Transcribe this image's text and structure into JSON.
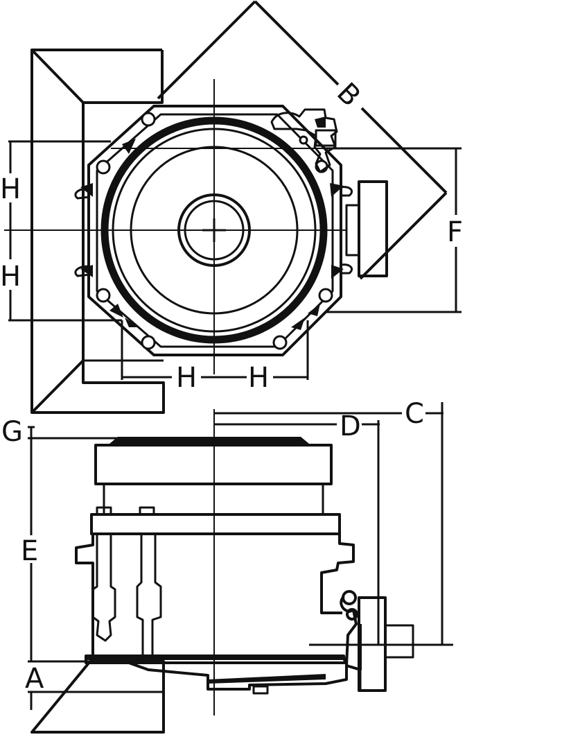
{
  "labels": {
    "A": "A",
    "B": "B",
    "C": "C",
    "D": "D",
    "E": "E",
    "F": "F",
    "G": "G",
    "H": "H"
  },
  "colors": {
    "ink": "#111111",
    "paper": "#ffffff"
  }
}
